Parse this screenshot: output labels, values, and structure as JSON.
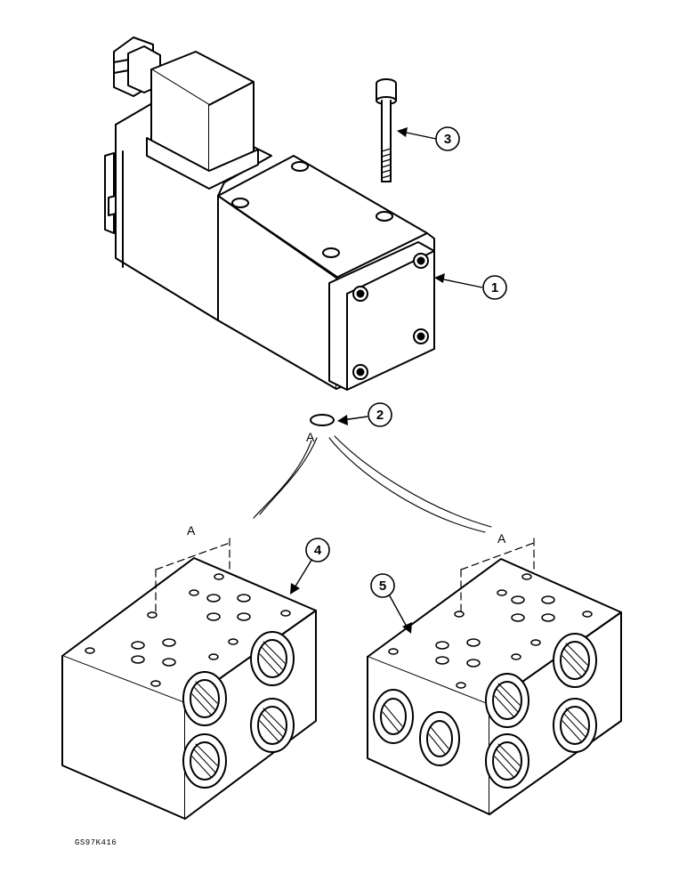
{
  "callouts": {
    "valve": "1",
    "o_ring": "2",
    "bolt": "3",
    "block_left": "4",
    "block_right": "5"
  },
  "detail_letters": {
    "o_ring": "A",
    "block_left": "A",
    "block_right": "A"
  },
  "figure_code": "GS97K416"
}
